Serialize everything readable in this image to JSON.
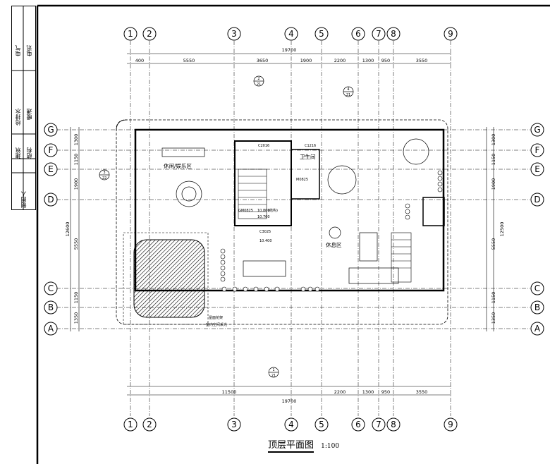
{
  "title_block": {
    "cells": [
      "电气",
      "电讯",
      "给排水",
      "暖通",
      "建筑",
      "结构",
      "制图人"
    ]
  },
  "drawing": {
    "title": "顶层平面图",
    "scale": "1:100",
    "axes_top": [
      "①",
      "②",
      "③",
      "④",
      "⑤",
      "⑥",
      "⑦",
      "⑧",
      "⑨"
    ],
    "axes_side": [
      "G",
      "F",
      "E",
      "D",
      "C",
      "B",
      "A"
    ],
    "dims_top": [
      "400",
      "5550",
      "3650",
      "1900",
      "2200",
      "1300",
      "950",
      "3550"
    ],
    "total_width": "19700",
    "dims_bottom": [
      "11500",
      "2200",
      "1300",
      "950",
      "3550"
    ],
    "dims_left": [
      "1300",
      "1150",
      "1900",
      "5550",
      "1150",
      "1350"
    ],
    "dims_left_total": "12600",
    "dims_right_total": "12500",
    "room_labels": {
      "leisure_top": "休闲/娱乐区",
      "leisure_right": "休息区",
      "bathroom": "卫生间",
      "window_c1216": "C1216",
      "window_c2016": "C2016",
      "window_c3025": "C3025",
      "door_m0825": "M0825",
      "door_gm0825": "GM0825",
      "level_top": "10.800",
      "level_mid": "10.700",
      "level_low": "10.400",
      "level_cn": "(结构)",
      "roof_note1": "屋面花架",
      "roof_note2": "室内空间采光"
    },
    "callouts": [
      {
        "num": "2",
        "sheet": "21"
      },
      {
        "num": "4",
        "sheet": "21"
      },
      {
        "num": "3",
        "sheet": "22"
      },
      {
        "num": "1",
        "sheet": "21"
      }
    ]
  }
}
